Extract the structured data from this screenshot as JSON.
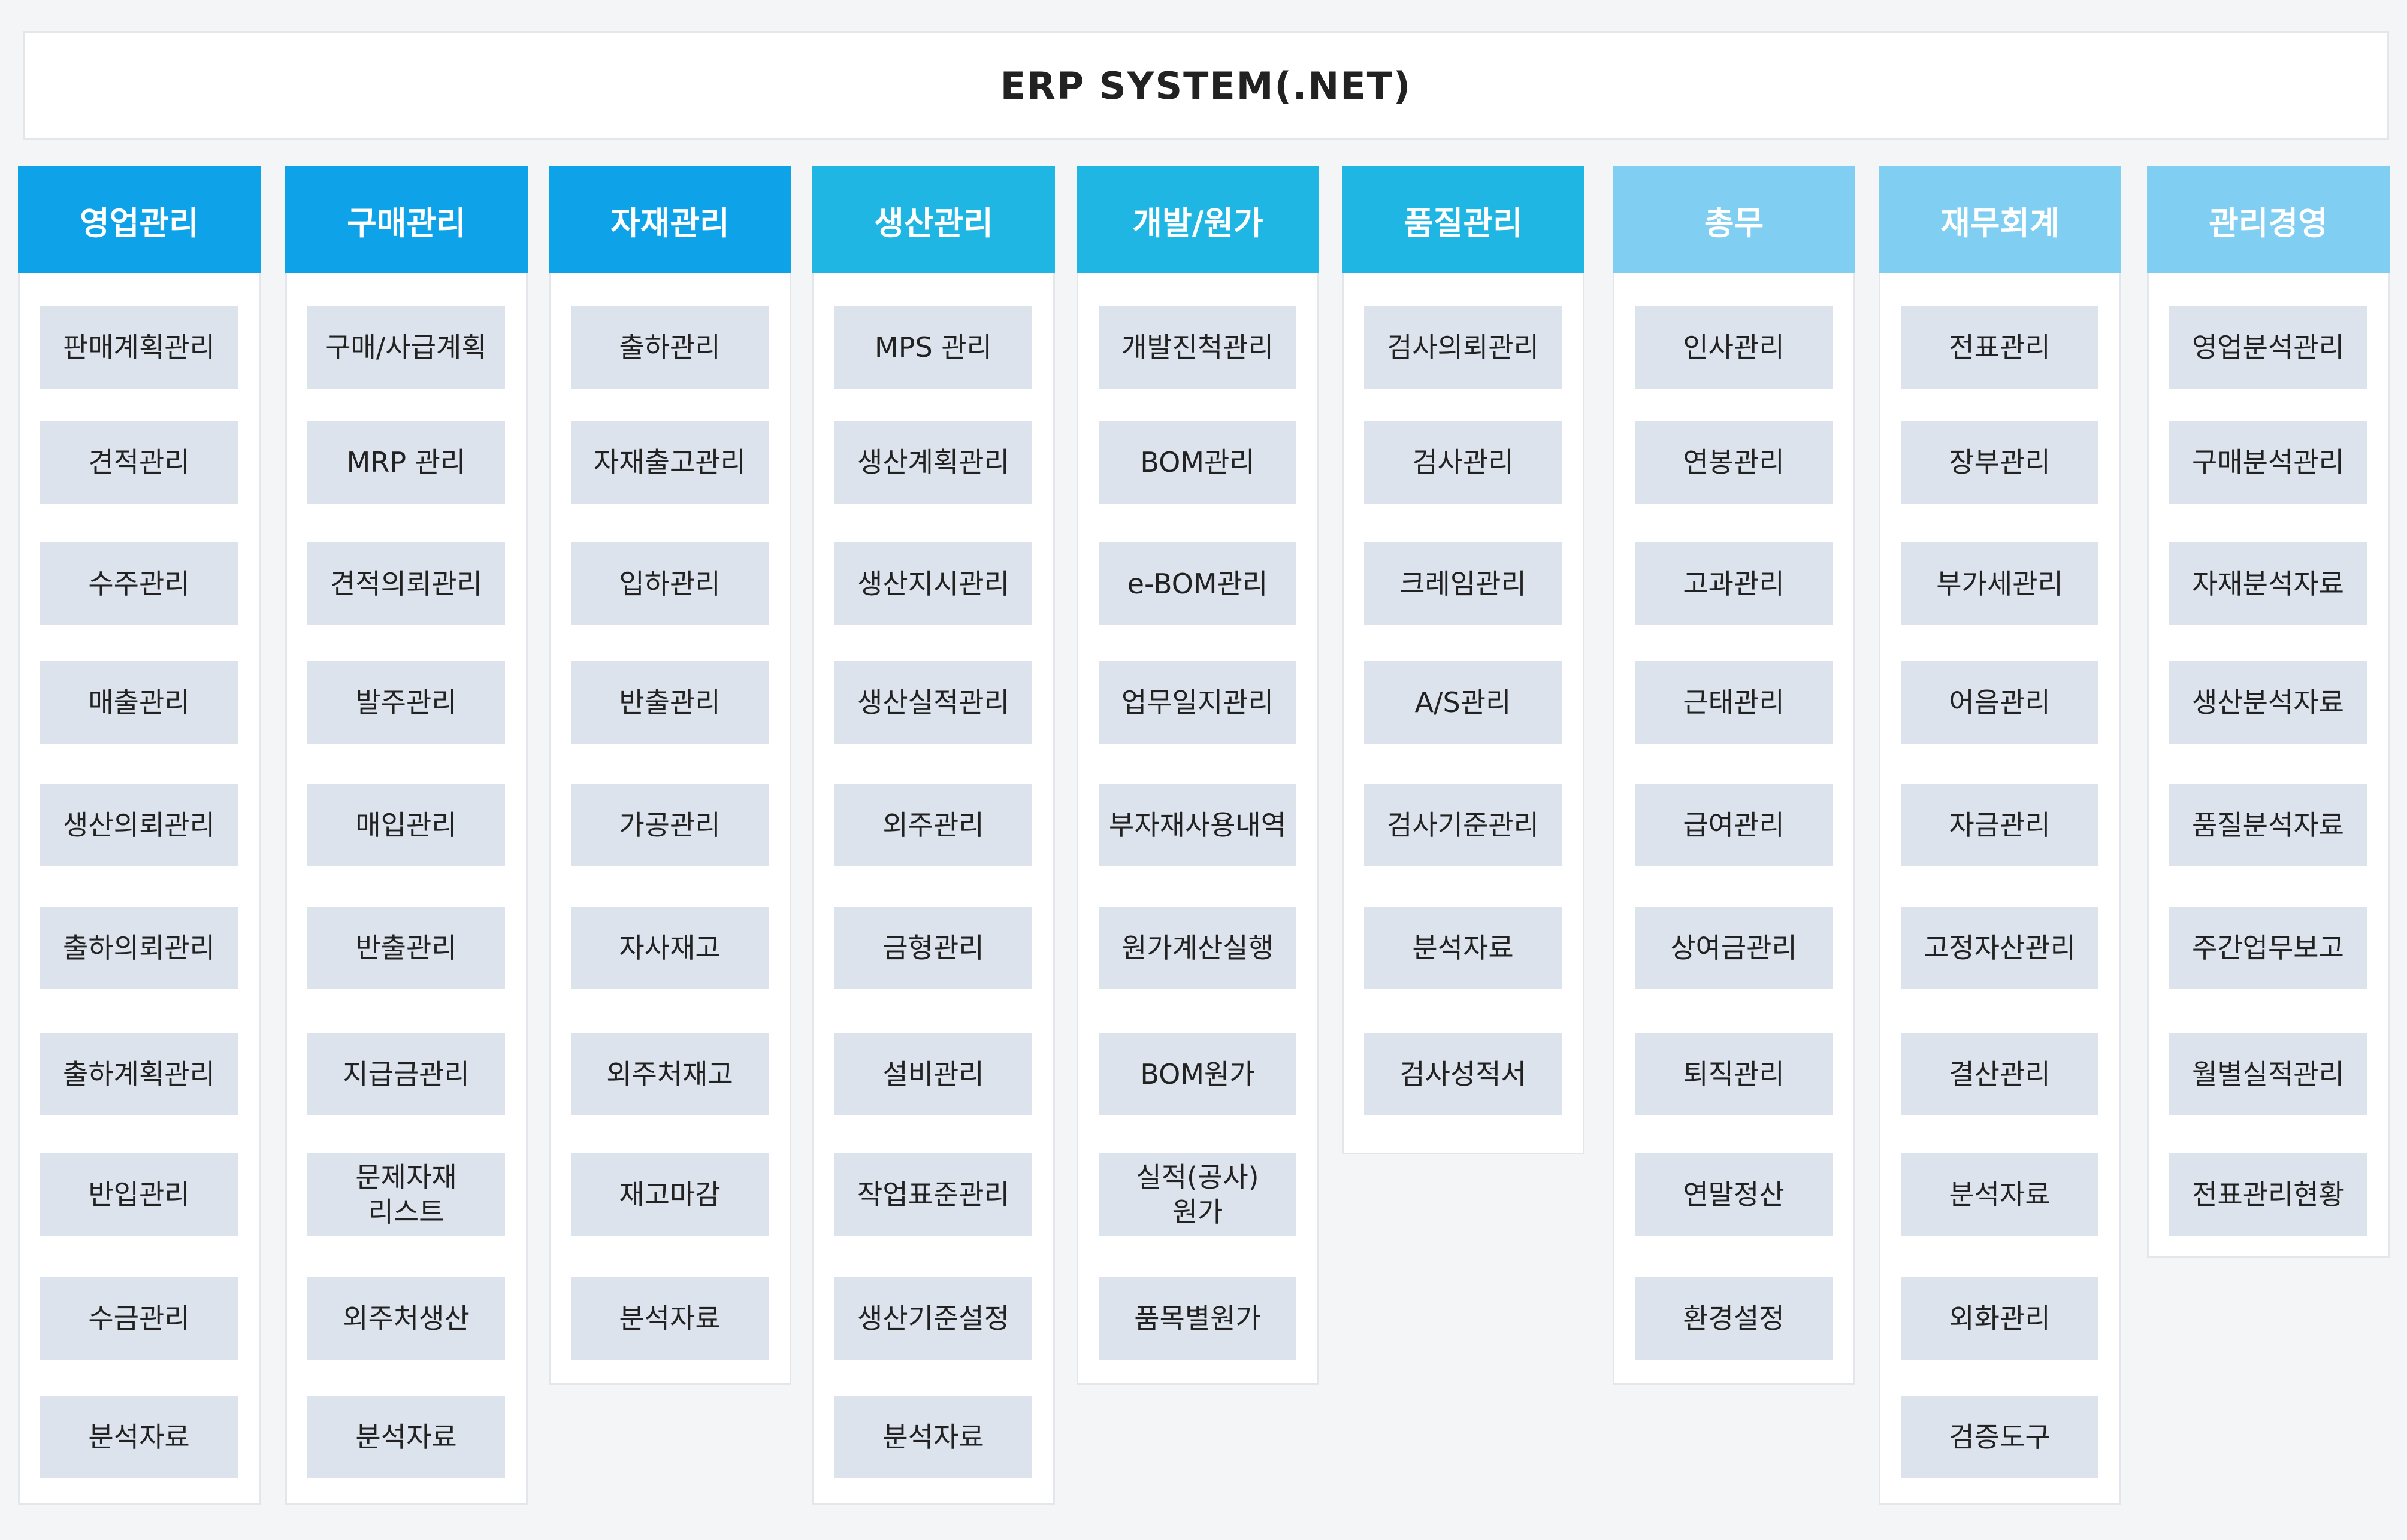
{
  "title": "ERP SYSTEM(.NET)",
  "colors": {
    "header_dark": "#0ea2e8",
    "header_medium": "#1fb6e3",
    "header_light": "#80cff2",
    "item_bg": "#dce3ec"
  },
  "modules": [
    {
      "name": "영업관리",
      "color": "#0ea2e8",
      "items": [
        "판매계획관리",
        "견적관리",
        "수주관리",
        "매출관리",
        "생산의뢰관리",
        "출하의뢰관리",
        "출하계획관리",
        "반입관리",
        "수금관리",
        "분석자료"
      ]
    },
    {
      "name": "구매관리",
      "color": "#0ea2e8",
      "items": [
        "구매/사급계획",
        "MRP 관리",
        "견적의뢰관리",
        "발주관리",
        "매입관리",
        "반출관리",
        "지급금관리",
        "문제자재\n리스트",
        "외주처생산",
        "분석자료"
      ]
    },
    {
      "name": "자재관리",
      "color": "#0ea2e8",
      "items": [
        "출하관리",
        "자재출고관리",
        "입하관리",
        "반출관리",
        "가공관리",
        "자사재고",
        "외주처재고",
        "재고마감",
        "분석자료"
      ]
    },
    {
      "name": "생산관리",
      "color": "#1fb6e3",
      "items": [
        "MPS 관리",
        "생산계획관리",
        "생산지시관리",
        "생산실적관리",
        "외주관리",
        "금형관리",
        "설비관리",
        "작업표준관리",
        "생산기준설정",
        "분석자료"
      ]
    },
    {
      "name": "개발/원가",
      "color": "#1fb6e3",
      "items": [
        "개발진척관리",
        "BOM관리",
        "e-BOM관리",
        "업무일지관리",
        "부자재사용내역",
        "원가계산실행",
        "BOM원가",
        "실적(공사)\n원가",
        "품목별원가"
      ]
    },
    {
      "name": "품질관리",
      "color": "#1fb6e3",
      "items": [
        "검사의뢰관리",
        "검사관리",
        "크레임관리",
        "A/S관리",
        "검사기준관리",
        "분석자료",
        "검사성적서"
      ]
    },
    {
      "name": "총무",
      "color": "#80cff2",
      "items": [
        "인사관리",
        "연봉관리",
        "고과관리",
        "근태관리",
        "급여관리",
        "상여금관리",
        "퇴직관리",
        "연말정산",
        "환경설정"
      ]
    },
    {
      "name": "재무회계",
      "color": "#80cff2",
      "items": [
        "전표관리",
        "장부관리",
        "부가세관리",
        "어음관리",
        "자금관리",
        "고정자산관리",
        "결산관리",
        "분석자료",
        "외화관리",
        "검증도구"
      ]
    },
    {
      "name": "관리경영",
      "color": "#80cff2",
      "items": [
        "영업분석관리",
        "구매분석관리",
        "자재분석자료",
        "생산분석자료",
        "품질분석자료",
        "주간업무보고",
        "월별실적관리",
        "전표관리현황"
      ]
    }
  ]
}
